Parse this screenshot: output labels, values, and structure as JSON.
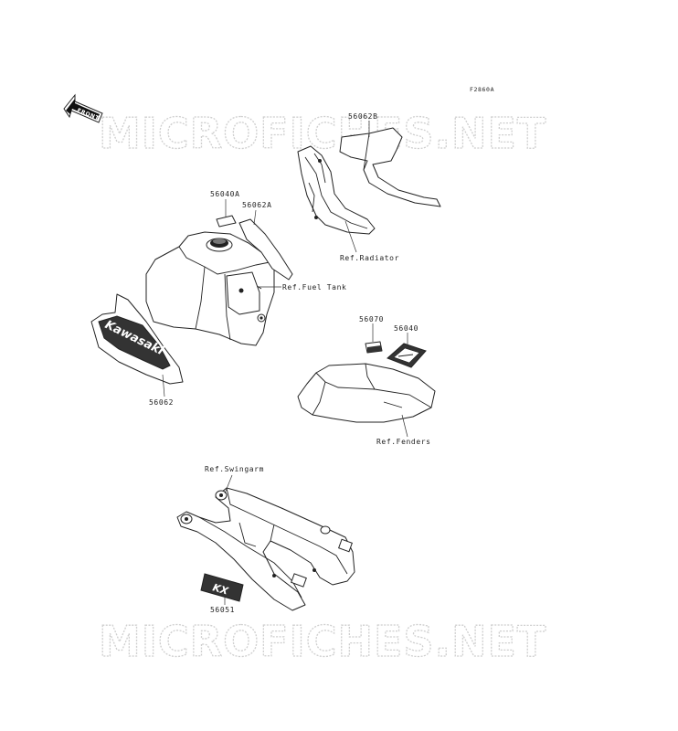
{
  "figure_code": "F2860A",
  "front_arrow_label": "FRONT",
  "watermark": {
    "top": "MICROFICHES.NET",
    "bottom": "MICROFICHES.NET"
  },
  "callouts": {
    "c56062B": "56062B",
    "ref_radiator": "Ref.Radiator",
    "c56040A": "56040A",
    "c56062A": "56062A",
    "ref_fuel_tank": "Ref.Fuel Tank",
    "c56062": "56062",
    "c56070": "56070",
    "c56040": "56040",
    "ref_fenders": "Ref.Fenders",
    "ref_swingarm": "Ref.Swingarm",
    "c56051": "56051"
  },
  "decal_brand_text": "Kawasaki",
  "decal_model_text": "KX"
}
